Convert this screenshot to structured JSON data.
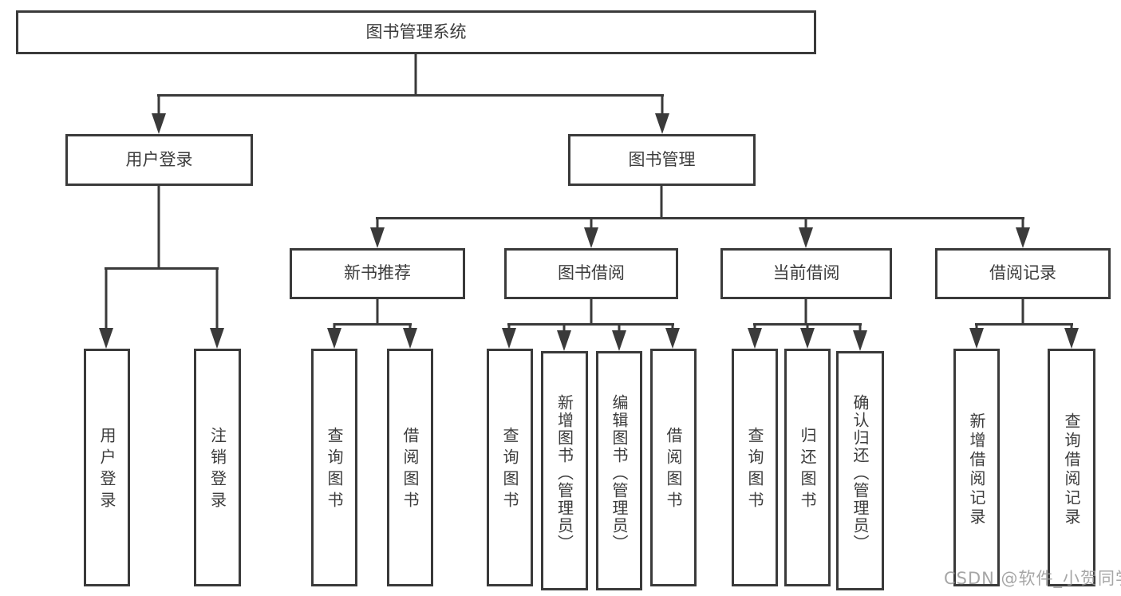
{
  "diagram_type": "hierarchy-tree",
  "colors": {
    "line": "#3a3a3a",
    "text": "#3c3c3c",
    "background": "#ffffff",
    "watermark": "#969696"
  },
  "watermark": {
    "text": "CSDN @软件_小贺同学"
  },
  "tree": {
    "root": {
      "label": "图书管理系统",
      "children": [
        {
          "label": "用户登录",
          "children": [
            {
              "label": "用户登录"
            },
            {
              "label": "注销登录"
            }
          ]
        },
        {
          "label": "图书管理",
          "children": [
            {
              "label": "新书推荐",
              "children": [
                {
                  "label": "查询图书"
                },
                {
                  "label": "借阅图书"
                }
              ]
            },
            {
              "label": "图书借阅",
              "children": [
                {
                  "label": "查询图书"
                },
                {
                  "label": "新增图书（管理员）"
                },
                {
                  "label": "编辑图书（管理员）"
                },
                {
                  "label": "借阅图书"
                }
              ]
            },
            {
              "label": "当前借阅",
              "children": [
                {
                  "label": "查询图书"
                },
                {
                  "label": "归还图书"
                },
                {
                  "label": "确认归还（管理员）"
                }
              ]
            },
            {
              "label": "借阅记录",
              "children": [
                {
                  "label": "新增借阅记录"
                },
                {
                  "label": "查询借阅记录"
                }
              ]
            }
          ]
        }
      ]
    }
  }
}
